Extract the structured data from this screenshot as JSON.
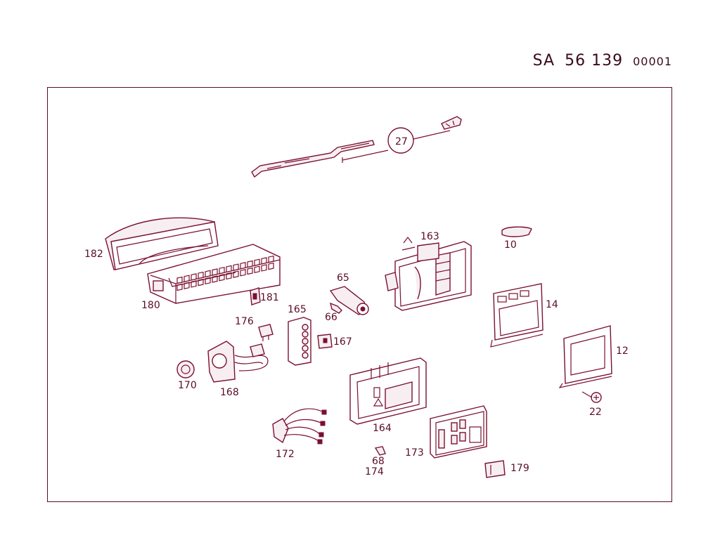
{
  "header": {
    "prefix": "SA",
    "group": "56 139",
    "suffix": "00001"
  },
  "parts": {
    "p27": "27",
    "p163": "163",
    "p10": "10",
    "p182": "182",
    "p180": "180",
    "p181": "181",
    "p65": "65",
    "p66": "66",
    "p165": "165",
    "p176": "176",
    "p167": "167",
    "p14": "14",
    "p12": "12",
    "p22": "22",
    "p170": "170",
    "p168": "168",
    "p164": "164",
    "p172": "172",
    "p173": "173",
    "p68": "68",
    "p174": "174",
    "p179": "179"
  }
}
